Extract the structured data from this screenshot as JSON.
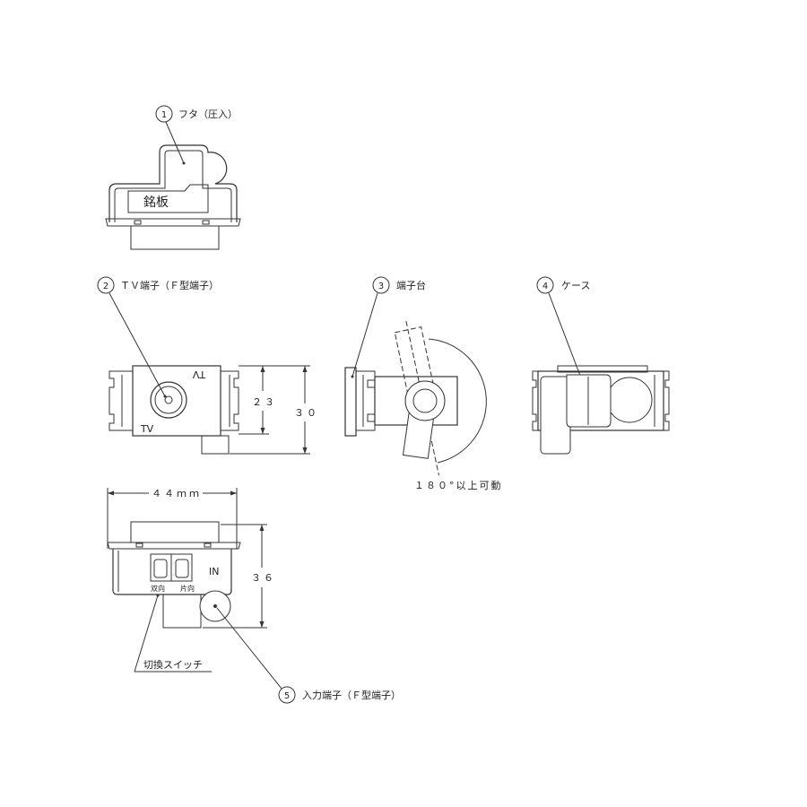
{
  "parts": [
    {
      "number": "1",
      "label": "フタ（圧入）"
    },
    {
      "number": "2",
      "label": "ＴＶ端子（Ｆ型端子）"
    },
    {
      "number": "3",
      "label": "端子台"
    },
    {
      "number": "4",
      "label": "ケース"
    },
    {
      "number": "5",
      "label": "入力端子（Ｆ型端子）"
    }
  ],
  "nameplate": "銘板",
  "tv_marks": {
    "top": "TV",
    "bottom": "TV"
  },
  "dimensions": {
    "height_inner": "２３",
    "height_outer": "３０",
    "width": "４４ｍｍ",
    "depth": "３６"
  },
  "rotation_note": "１８０°以上可動",
  "input_mark": "IN",
  "switch": {
    "left": "双向",
    "right": "片向",
    "label": "切換スイッチ"
  }
}
